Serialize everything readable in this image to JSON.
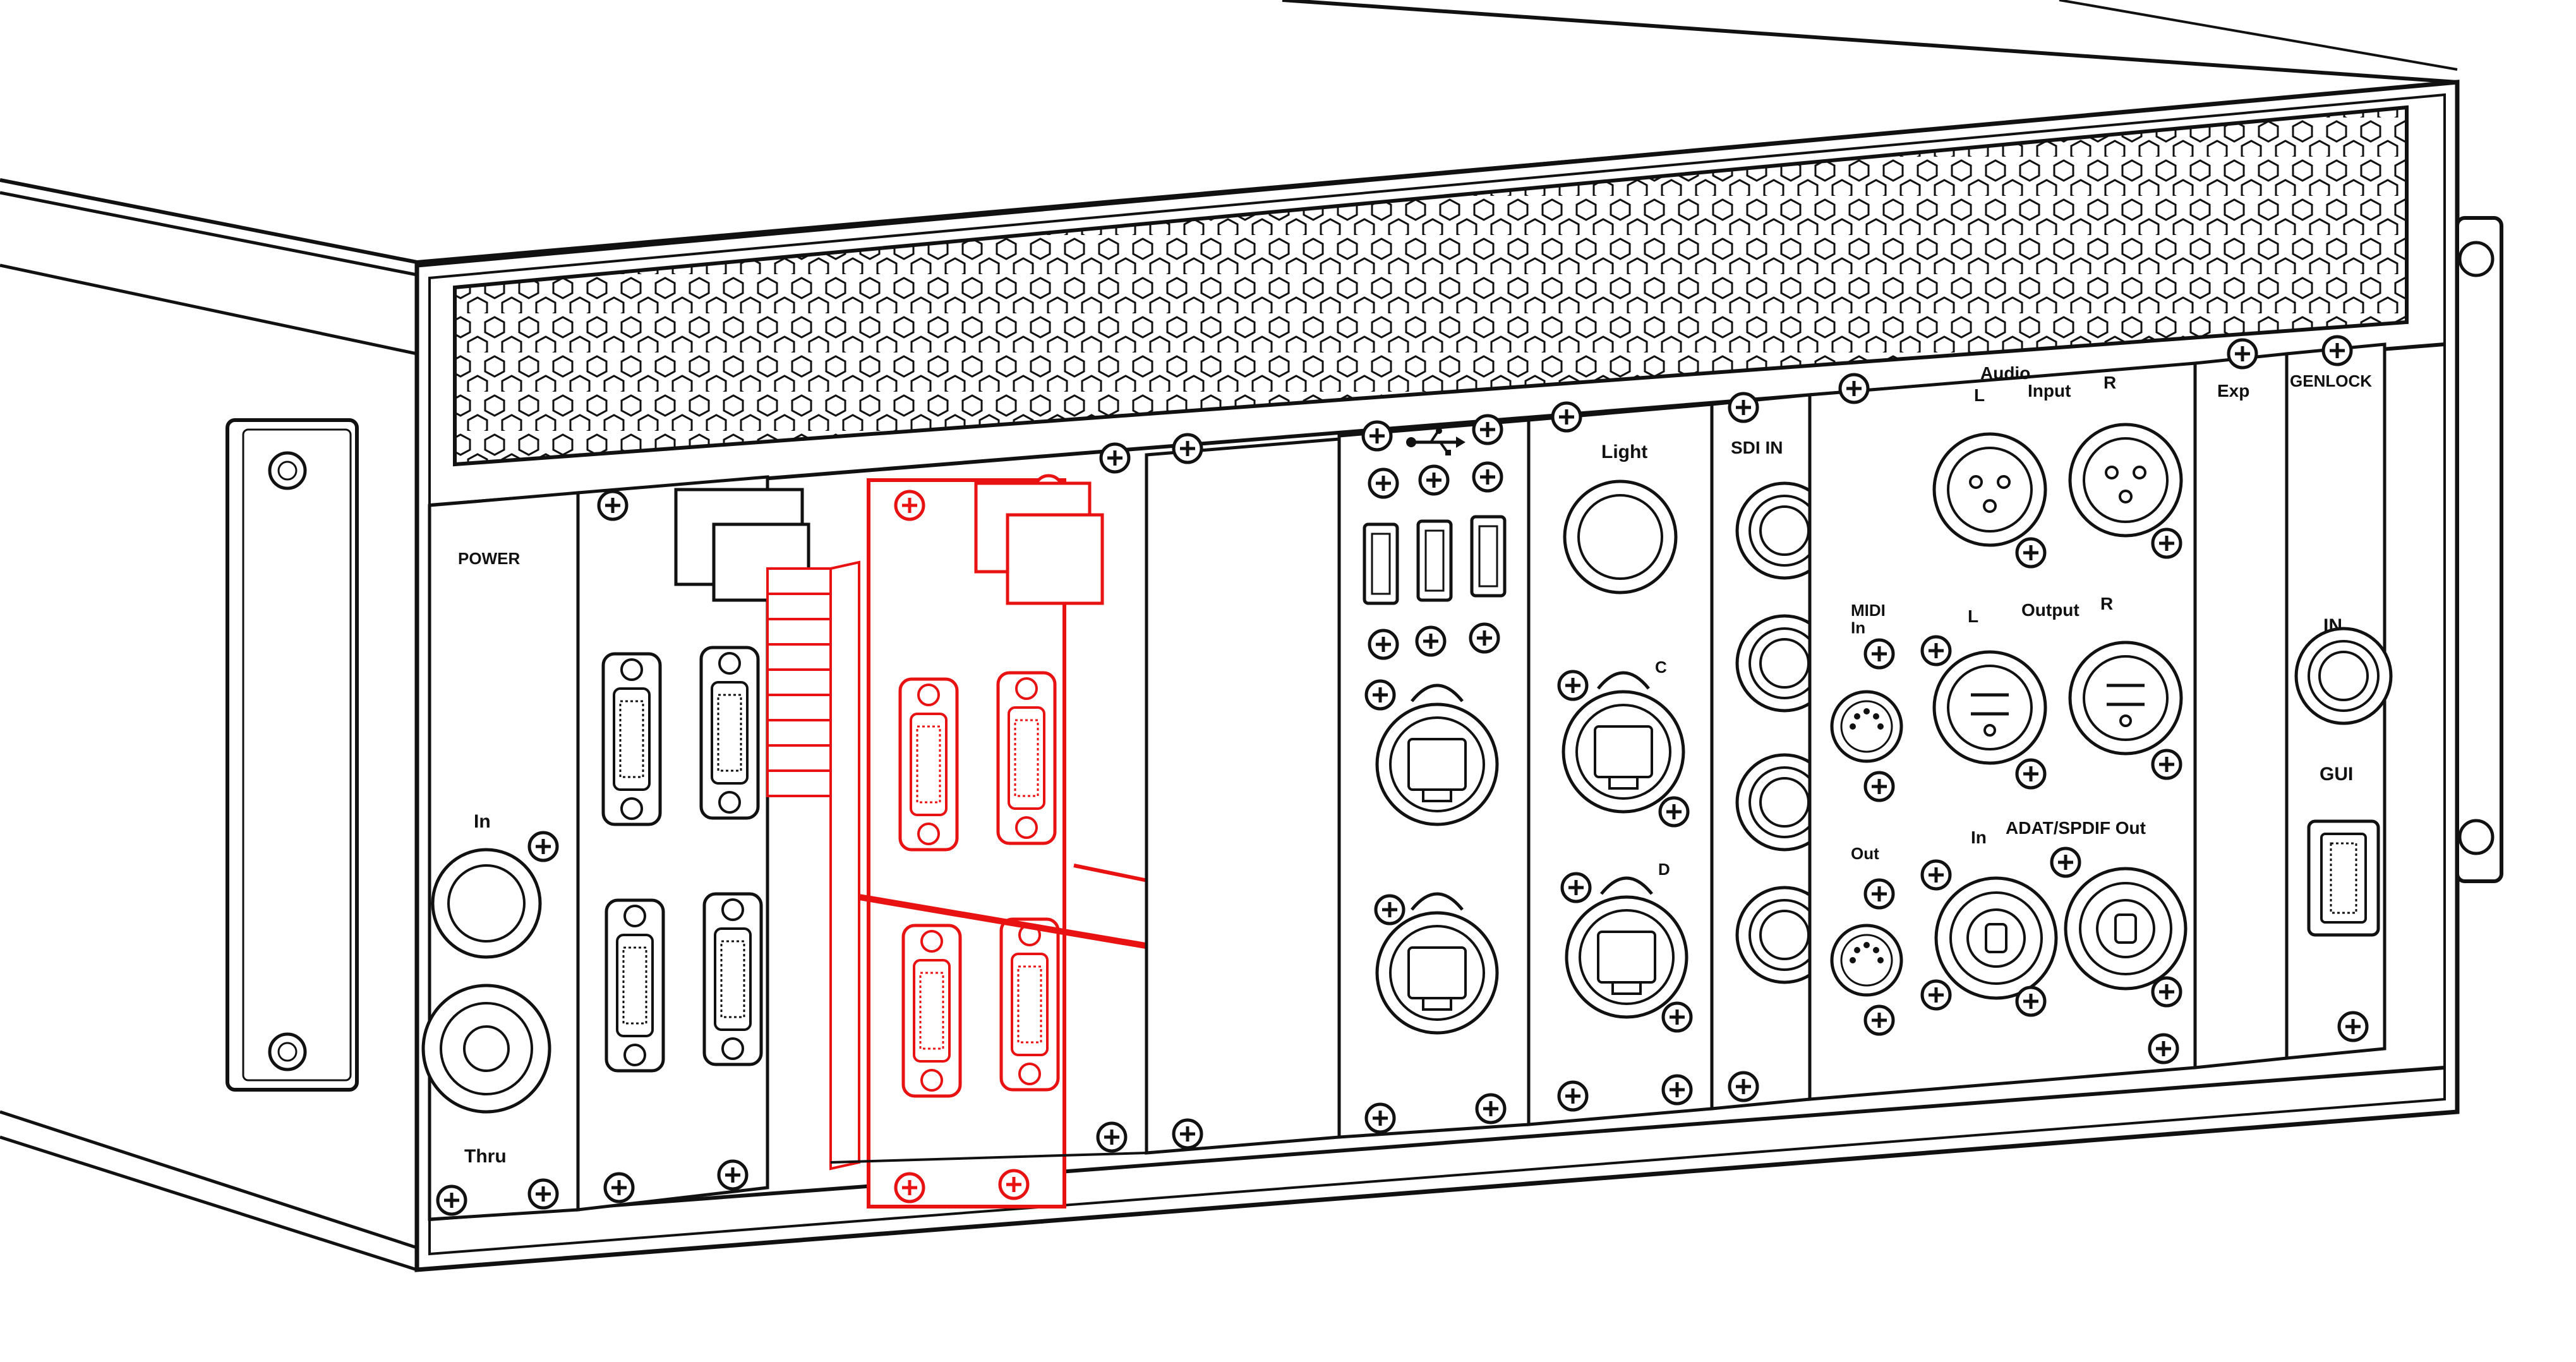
{
  "colors": {
    "line": "#111111",
    "highlight": "#e81212",
    "background": "#ffffff"
  },
  "modules": {
    "power": {
      "title": "POWER",
      "in": "In",
      "thru": "Thru"
    },
    "usb": {
      "icon": "usb-icon"
    },
    "light_module": {
      "title": "Light",
      "port_c": "C",
      "port_d": "D"
    },
    "sdi": {
      "title": "SDI IN"
    },
    "audio": {
      "title": "Audio",
      "input": "Input",
      "in_l": "L",
      "in_r": "R",
      "midi_in": "MIDI\nIn",
      "midi_out": "Out",
      "output": "Output",
      "out_l": "L",
      "out_r": "R",
      "adat_in": "In",
      "adat_title": "ADAT/SPDIF Out"
    },
    "exp": {
      "title": "Exp"
    },
    "genlock": {
      "title": "GENLOCK",
      "in": "IN",
      "gui": "GUI"
    }
  },
  "highlighted_card": {
    "type": "dvi-card",
    "action": "insert-arrow"
  }
}
